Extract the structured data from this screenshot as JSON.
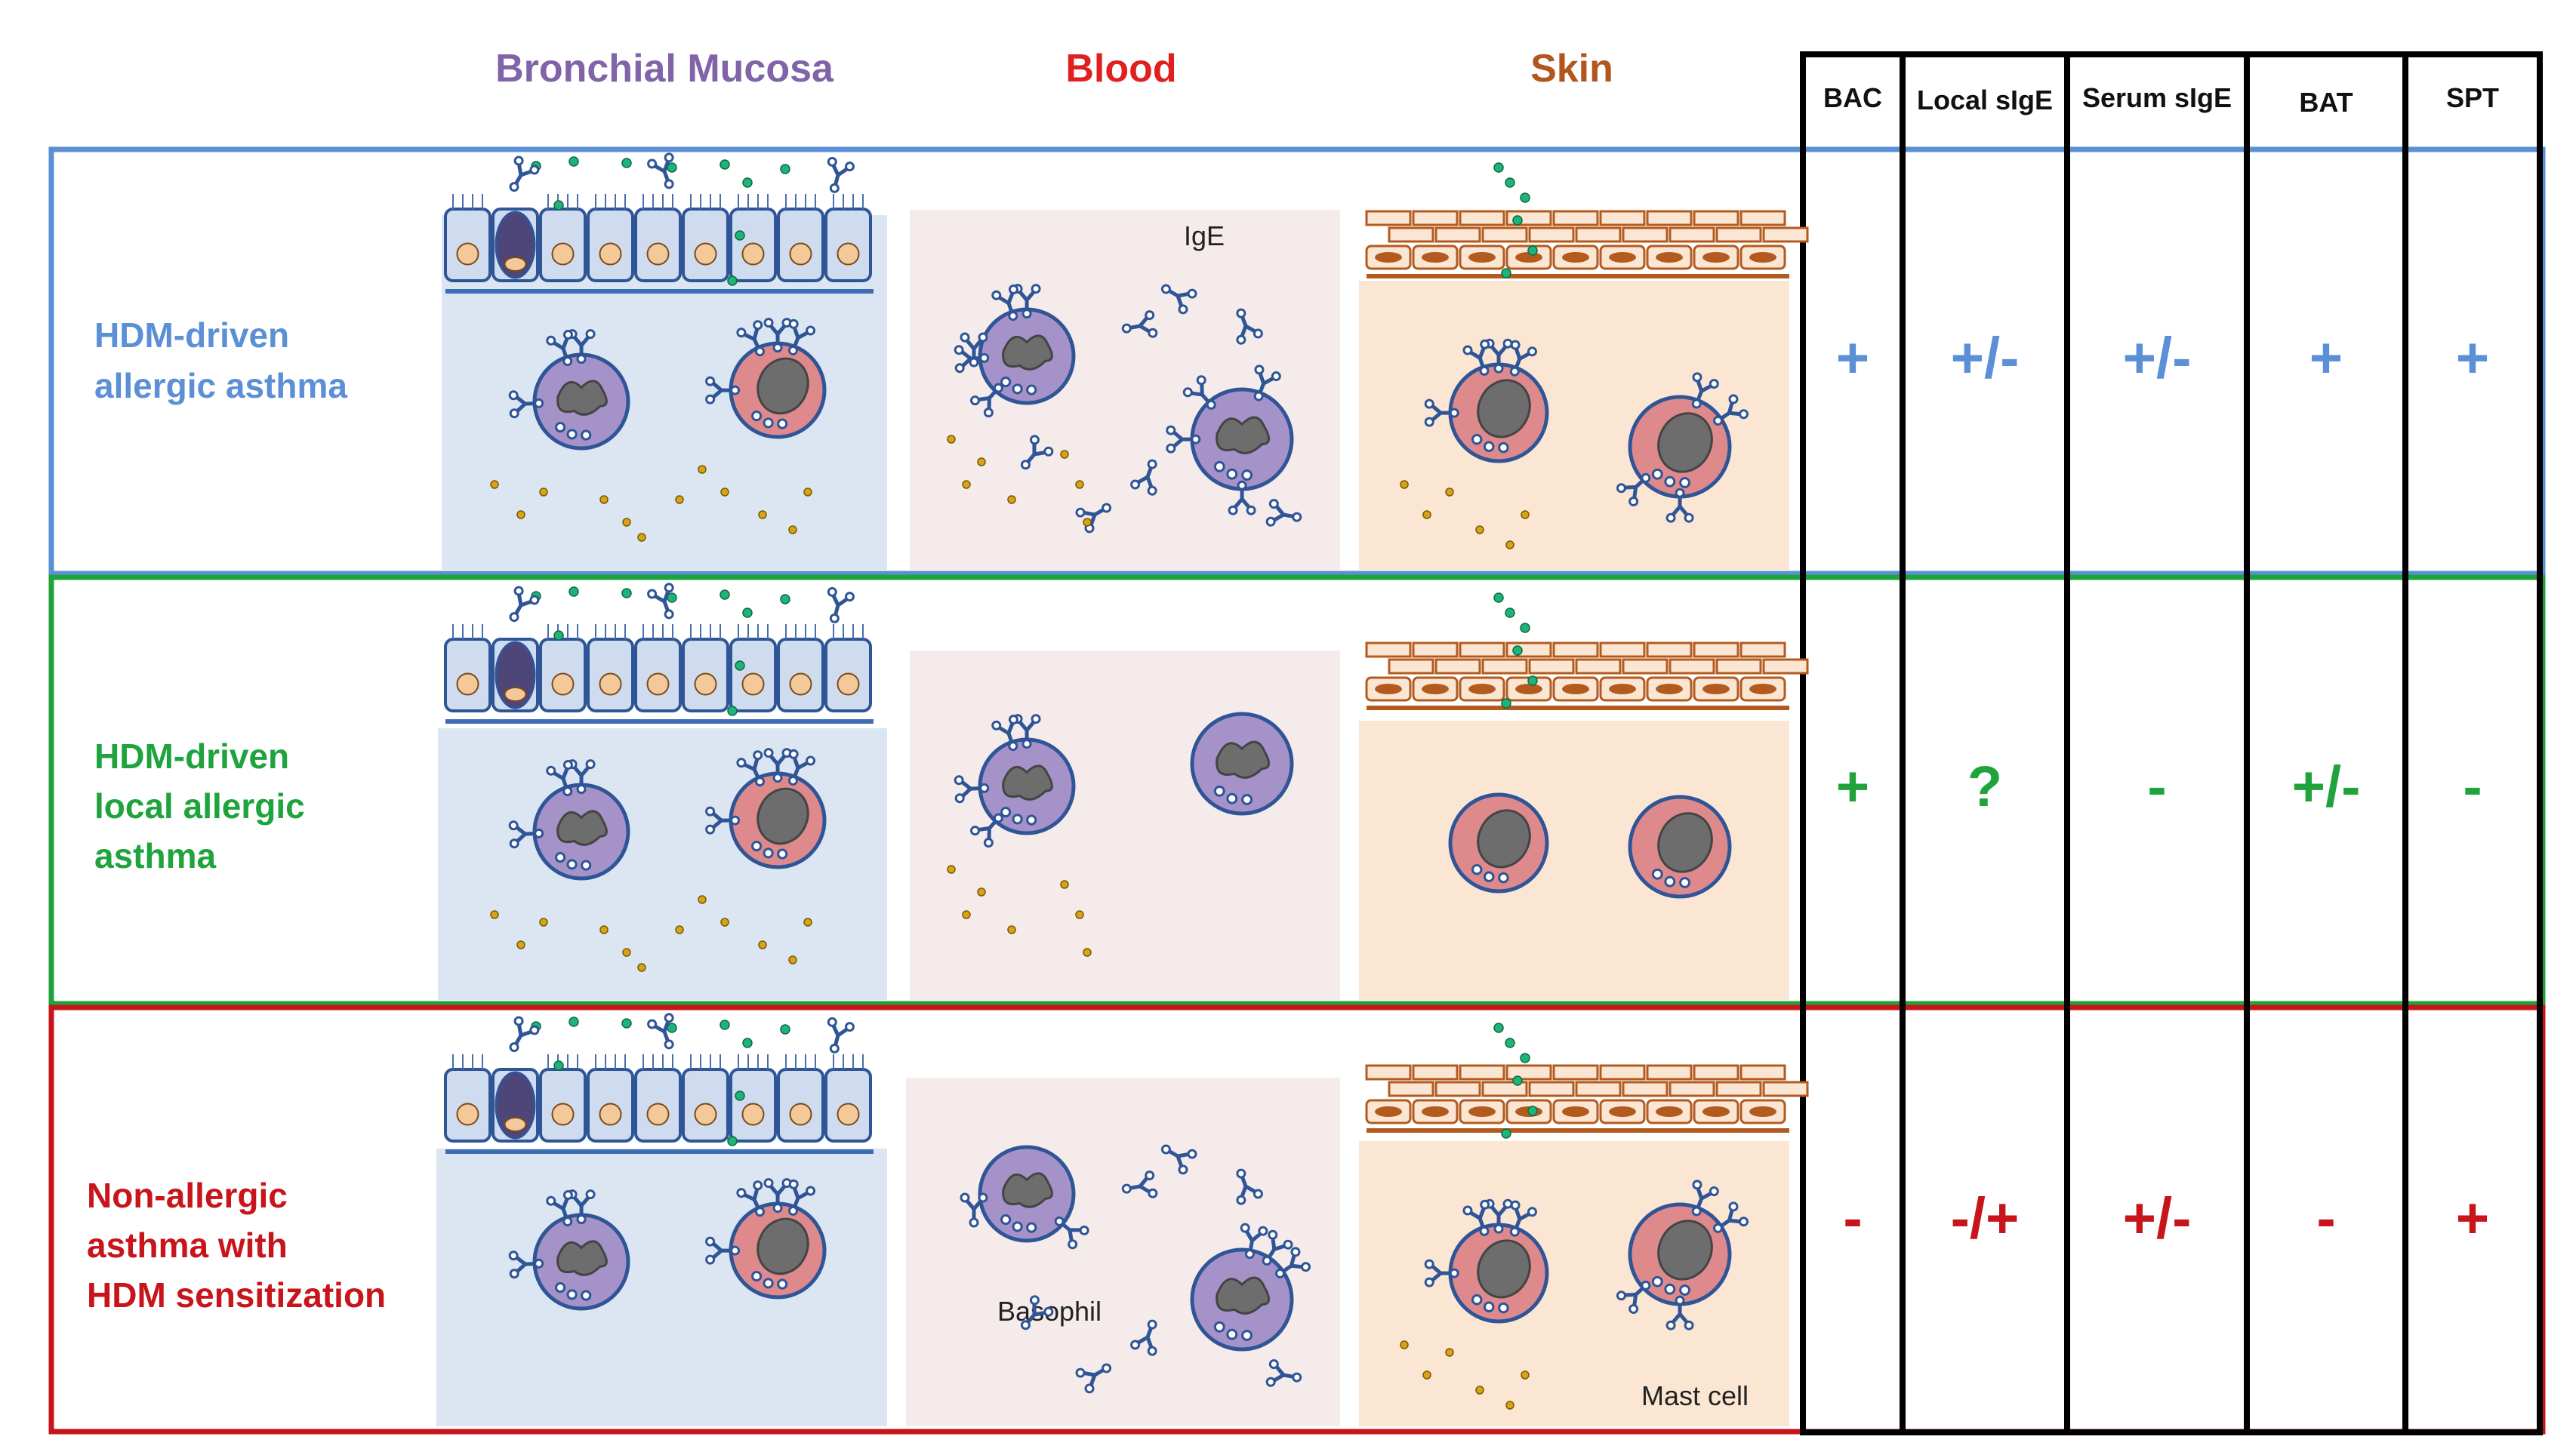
{
  "columns": [
    {
      "title": "Bronchial Mucosa",
      "color": "#8063a8"
    },
    {
      "title": "Blood",
      "color": "#e02020"
    },
    {
      "title": "Skin",
      "color": "#b0561e"
    }
  ],
  "table_headers": [
    "BAC",
    "Local sIgE",
    "Serum sIgE",
    "BAT",
    "SPT"
  ],
  "rows": [
    {
      "label_lines": [
        "HDM-driven",
        "allergic asthma"
      ],
      "color": "#5b8fd6",
      "values": [
        "+",
        "+/-",
        "+/-",
        "+",
        "+"
      ]
    },
    {
      "label_lines": [
        "HDM-driven",
        "local allergic",
        "asthma"
      ],
      "color": "#1fa33c",
      "values": [
        "+",
        "?",
        "-",
        "+/-",
        "-"
      ]
    },
    {
      "label_lines": [
        "Non-allergic",
        "asthma with",
        "HDM sensitization"
      ],
      "color": "#c8151b",
      "values": [
        "-",
        "-/+",
        "+/-",
        "-",
        "+"
      ]
    }
  ],
  "annotations": {
    "ige": "IgE",
    "basophil": "Basophil",
    "mast_cell": "Mast cell"
  },
  "colors": {
    "mucosa_bg": "#dce6f2",
    "blood_bg": "#f5ebeb",
    "skin_bg": "#fbe6d4",
    "basophil": "#a592c9",
    "mast_cell": "#de8a8c",
    "nucleus": "#6d6d6d",
    "cell_outline": "#2f5597",
    "allergen": "#1fb37a",
    "granule": "#d9a21b",
    "brick": "#b35b1f"
  }
}
